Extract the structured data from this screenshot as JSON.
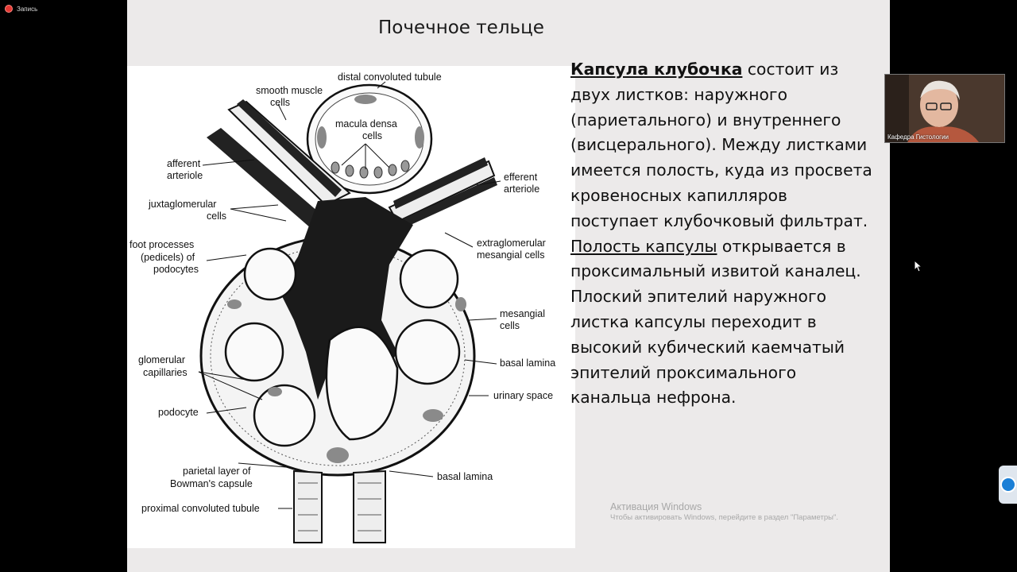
{
  "recording": {
    "label": "Запись"
  },
  "slide": {
    "title": "Почечное тельце",
    "figure_labels": [
      "distal convoluted tubule",
      "smooth muscle",
      "cells",
      "macula densa",
      "cells",
      "afferent",
      "arteriole",
      "efferent",
      "arteriole",
      "juxtaglomerular",
      "cells",
      "foot processes",
      "(pedicels) of",
      "podocytes",
      "extraglomerular",
      "mesangial cells",
      "mesangial",
      "cells",
      "glomerular",
      "capillaries",
      "basal lamina",
      "urinary space",
      "podocyte",
      "parietal layer of",
      "Bowman's capsule",
      "basal lamina",
      "proximal convoluted tubule"
    ],
    "text": {
      "term1": "Капсула клубочка",
      "p1a": " состоит из двух листков: наружного (париетального) и внутреннего (висцерального). Между листками имеется полость, куда из просвета кровеносных капилляров поступает клубочковый фильтрат. ",
      "term2": "Полость капсулы",
      "p1b": " открывается в проксимальный извитой каналец.",
      "p2": "Плоский эпителий наружного листка капсулы переходит в высокий кубический каемчатый эпителий проксимального канальца нефрона."
    }
  },
  "watermark": {
    "line1": "Активация Windows",
    "line2": "Чтобы активировать Windows, перейдите в раздел \"Параметры\"."
  },
  "camera": {
    "name": "Кафедра Гистологии"
  },
  "colors": {
    "slide_bg": "#eceaea",
    "figure_bg": "#ffffff",
    "record_dot": "#e53935"
  }
}
